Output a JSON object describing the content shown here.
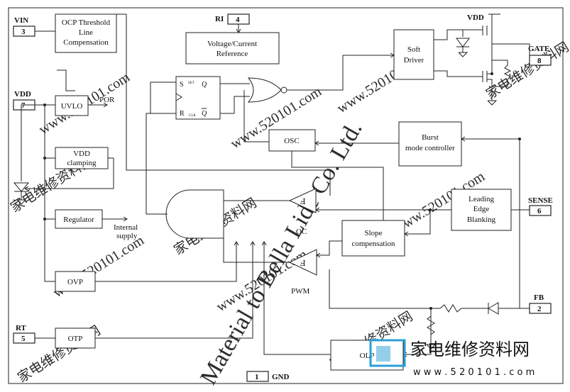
{
  "pins": {
    "vin": {
      "num": "3",
      "name": "VIN"
    },
    "vdd": {
      "num": "7",
      "name": "VDD"
    },
    "ri": {
      "num": "4",
      "name": "RI"
    },
    "gate": {
      "num": "8",
      "name": "GATE"
    },
    "sense": {
      "num": "6",
      "name": "SENSE"
    },
    "fb": {
      "num": "2",
      "name": "FB"
    },
    "rt": {
      "num": "5",
      "name": "RT"
    },
    "gnd": {
      "num": "1",
      "name": "GND"
    }
  },
  "vdd_top_label": "VDD",
  "blocks": {
    "ocp": [
      "OCP Threshold",
      "Line",
      "Compensation"
    ],
    "uvlo": "UVLO",
    "vdd_clamping": [
      "VDD",
      "clamping"
    ],
    "regulator": "Regulator",
    "ovp": "OVP",
    "otp": "OTP",
    "vref": [
      "Voltage/Current",
      "Reference"
    ],
    "soft_driver": [
      "Soft",
      "Driver"
    ],
    "osc": "OSC",
    "burst": [
      "Burst",
      "mode controller"
    ],
    "leb": [
      "Leading",
      "Edge",
      "Blanking"
    ],
    "slope": [
      "Slope",
      "compensation"
    ],
    "olp": "OLP"
  },
  "labels": {
    "por": "POR",
    "internal_supply": [
      "Internal",
      "supply"
    ],
    "oc": "OC",
    "pwm": "PWM",
    "ff_s": "S",
    "ff_r": "R",
    "ff_set": "SET",
    "ff_clr": "CLR",
    "ff_q": "Q",
    "ff_qbar": "Q",
    "comp_sym": "Ⅎ"
  },
  "watermarks": {
    "site": "www.520101.com",
    "cn": "家电维修资料网",
    "diag": "Material to Bella Lide Co. Ltd.",
    "logo_cn": "家电维修资料网",
    "logo_url": "w w w . 5 2 0 1 0 1 . c o m"
  }
}
